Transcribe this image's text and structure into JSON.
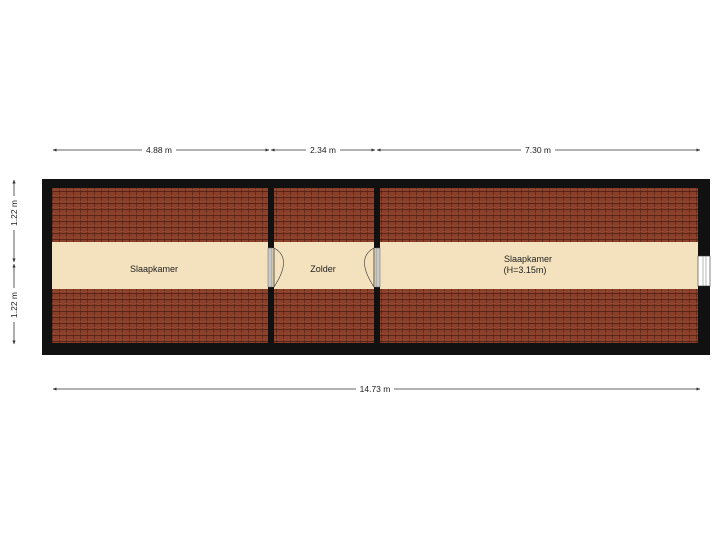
{
  "dimensions": {
    "top": [
      "4.88 m",
      "2.34 m",
      "7.30 m"
    ],
    "bottom": "14.73 m",
    "left": [
      "1.22 m",
      "1.22 m"
    ]
  },
  "rooms": [
    {
      "name": "Slaapkamer",
      "note": ""
    },
    {
      "name": "Zolder",
      "note": ""
    },
    {
      "name": "Slaapkamer",
      "note": "(H=3.15m)"
    }
  ],
  "colors": {
    "wall": "#111111",
    "roof_tile": "#8a3f2a",
    "roof_line": "#5a2416",
    "floor": "#f4e2be",
    "dimension_line": "#333333"
  }
}
